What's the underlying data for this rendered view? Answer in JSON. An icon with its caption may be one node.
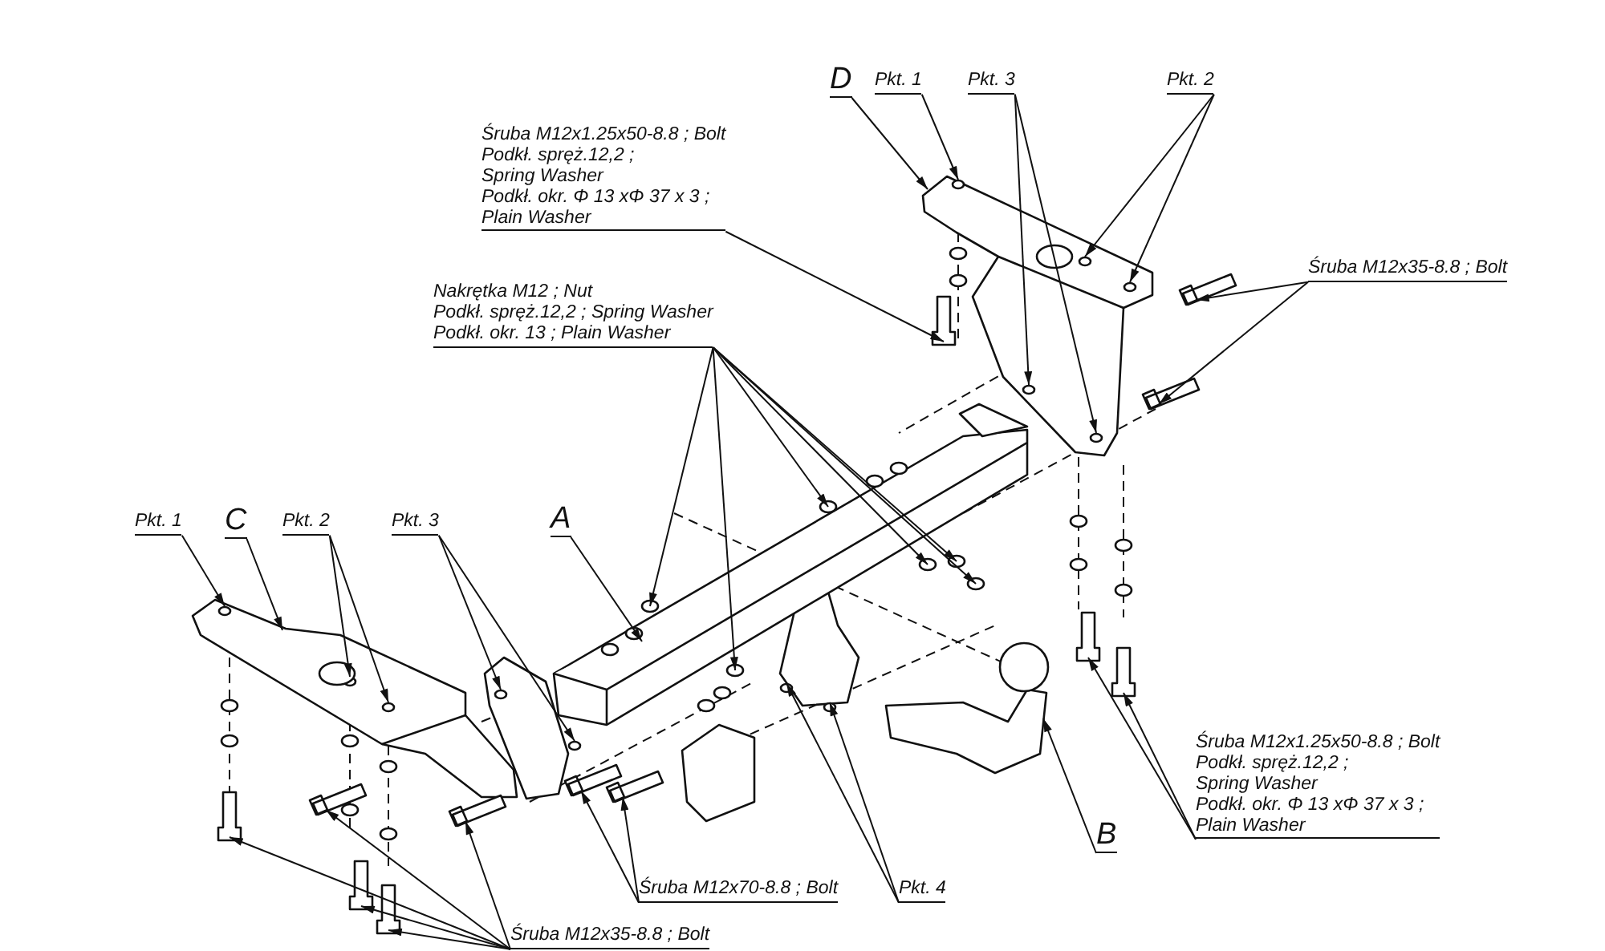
{
  "diagram": {
    "nodes": [
      {
        "text": [
          "Śruba M12x1.25x50-8.8 ;  Bolt",
          "Podkł. spręż.12,2 ;",
          "Spring Washer",
          "Podkł. okr. Φ 13 xΦ 37 x 3 ;",
          "Plain Washer"
        ]
      },
      {
        "text": [
          "Nakrętka  M12 ; Nut",
          "Podkł. spręż.12,2 ; Spring Washer",
          "Podkł. okr. 13 ; Plain Washer"
        ]
      },
      {
        "text": [
          "D"
        ]
      },
      {
        "text": [
          "Pkt. 1"
        ]
      },
      {
        "text": [
          "Pkt. 3"
        ]
      },
      {
        "text": [
          "Pkt. 2"
        ]
      },
      {
        "text": [
          "Śruba M12x35-8.8 ;  Bolt"
        ]
      },
      {
        "text": [
          "Pkt. 1"
        ]
      },
      {
        "text": [
          "C"
        ]
      },
      {
        "text": [
          "Pkt. 2"
        ]
      },
      {
        "text": [
          "Pkt. 3"
        ]
      },
      {
        "text": [
          "A"
        ]
      },
      {
        "text": [
          "Śruba M12x1.25x50-8.8 ;  Bolt",
          "Podkł. spręż.12,2 ;",
          "Spring Washer",
          "Podkł. okr. Φ 13 xΦ 37 x 3 ;",
          "Plain Washer"
        ]
      },
      {
        "text": [
          "B"
        ]
      },
      {
        "text": [
          "Pkt. 4"
        ]
      },
      {
        "text": [
          "Śruba M12x70-8.8 ;  Bolt"
        ]
      },
      {
        "text": [
          "Śruba M12x35-8.8 ;  Bolt"
        ]
      }
    ],
    "edges": [
      {
        "from": 0,
        "to": null,
        "arrow": "to"
      },
      {
        "from": 1,
        "to": null,
        "arrow": "to"
      },
      {
        "from": 1,
        "to": null,
        "arrow": "to"
      },
      {
        "from": 1,
        "to": null,
        "arrow": "to"
      },
      {
        "from": 1,
        "to": null,
        "arrow": "to"
      },
      {
        "from": 1,
        "to": null,
        "arrow": "to"
      },
      {
        "from": 1,
        "to": null,
        "arrow": "to"
      },
      {
        "from": 2,
        "to": null,
        "arrow": "to"
      },
      {
        "from": 3,
        "to": null,
        "arrow": "to"
      },
      {
        "from": 4,
        "to": null,
        "arrow": "to"
      },
      {
        "from": 4,
        "to": null,
        "arrow": "to"
      },
      {
        "from": 5,
        "to": null,
        "arrow": "to"
      },
      {
        "from": 5,
        "to": null,
        "arrow": "to"
      },
      {
        "from": 6,
        "to": null,
        "arrow": "to"
      },
      {
        "from": 6,
        "to": null,
        "arrow": "to"
      },
      {
        "from": 7,
        "to": null,
        "arrow": "to"
      },
      {
        "from": 8,
        "to": null,
        "arrow": "to"
      },
      {
        "from": 9,
        "to": null,
        "arrow": "to"
      },
      {
        "from": 9,
        "to": null,
        "arrow": "to"
      },
      {
        "from": 10,
        "to": null,
        "arrow": "to"
      },
      {
        "from": 10,
        "to": null,
        "arrow": "to"
      },
      {
        "from": 11,
        "to": null,
        "arrow": "to"
      },
      {
        "from": 12,
        "to": null,
        "arrow": "to"
      },
      {
        "from": 12,
        "to": null,
        "arrow": "to"
      },
      {
        "from": 13,
        "to": null,
        "arrow": "to"
      },
      {
        "from": 14,
        "to": null,
        "arrow": "to"
      },
      {
        "from": 14,
        "to": null,
        "arrow": "to"
      },
      {
        "from": 15,
        "to": null,
        "arrow": "to"
      },
      {
        "from": 15,
        "to": null,
        "arrow": "to"
      },
      {
        "from": 16,
        "to": null,
        "arrow": "to"
      },
      {
        "from": 16,
        "to": null,
        "arrow": "to"
      },
      {
        "from": 16,
        "to": null,
        "arrow": "to"
      },
      {
        "from": 16,
        "to": null,
        "arrow": "to"
      },
      {
        "from": 16,
        "to": null,
        "arrow": "to"
      }
    ]
  }
}
